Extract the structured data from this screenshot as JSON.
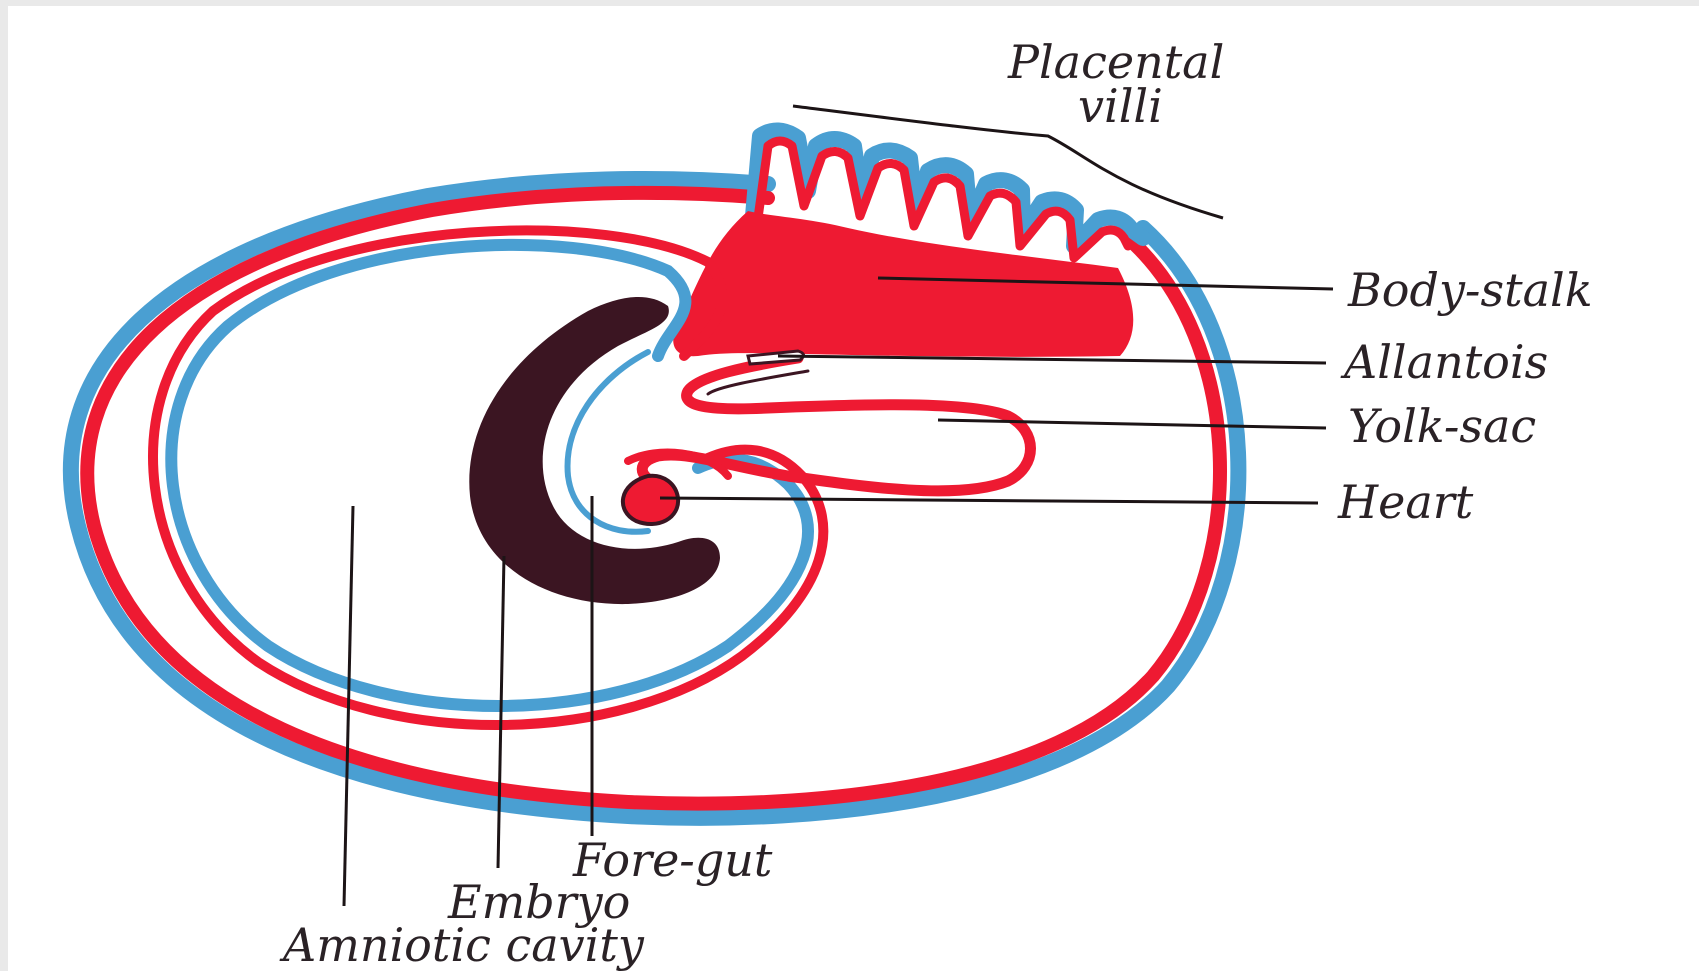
{
  "labels": {
    "placental_villi_1": "Placental",
    "placental_villi_2": "villi",
    "body_stalk": "Body-stalk",
    "allantois": "Allantois",
    "yolk_sac": "Yolk-sac",
    "heart": "Heart",
    "fore_gut": "Fore-gut",
    "embryo": "Embryo",
    "amniotic_cavity": "Amniotic cavity"
  },
  "colors": {
    "ectoderm_blue": "#4a9fd2",
    "mesoderm_red": "#ee1a32",
    "embryo_dark": "#3b1522",
    "ink": "#1c1416",
    "background": "#ffffff"
  }
}
